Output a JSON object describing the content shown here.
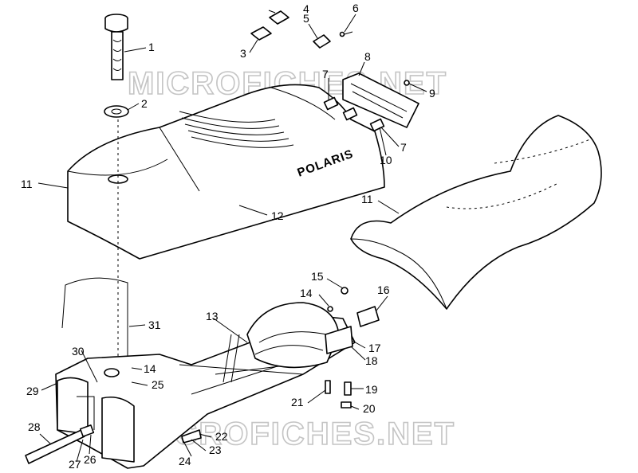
{
  "watermark": "MICROFICHES.NET",
  "brand": "POLARIS",
  "callouts": {
    "c1": "1",
    "c2": "2",
    "c3": "3",
    "c4": "4",
    "c5": "5",
    "c6": "6",
    "c7a": "7",
    "c7b": "7",
    "c8": "8",
    "c9": "9",
    "c10": "10",
    "c11a": "11",
    "c11b": "11",
    "c12": "12",
    "c13": "13",
    "c14a": "14",
    "c14b": "14",
    "c15": "15",
    "c16": "16",
    "c17": "17",
    "c18": "18",
    "c19": "19",
    "c20": "20",
    "c21": "21",
    "c22": "22",
    "c23": "23",
    "c24": "24",
    "c25": "25",
    "c26": "26",
    "c27": "27",
    "c28": "28",
    "c29": "29",
    "c30": "30",
    "c31": "31"
  }
}
